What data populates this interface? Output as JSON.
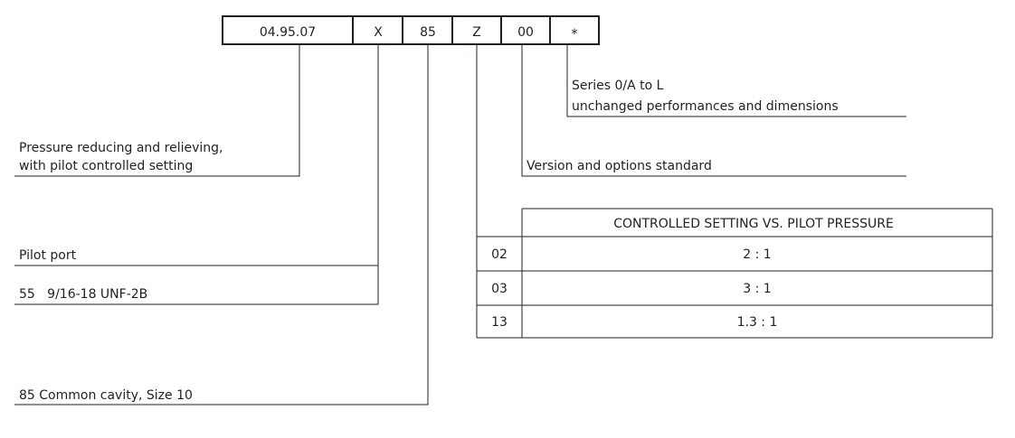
{
  "code": {
    "segments": [
      "04.95.07",
      "X",
      "85",
      "Z",
      "00",
      "*"
    ]
  },
  "labels": {
    "series_line1": "Series 0/A to L",
    "series_line2": "unchanged performances and dimensions",
    "version": "Version and options standard",
    "function_line1": "Pressure reducing and relieving,",
    "function_line2": "with pilot controlled setting",
    "pilot_port_title": "Pilot port",
    "pilot_port_option": "55   9/16-18 UNF-2B",
    "cavity": "85 Common cavity, Size 10"
  },
  "setting_table": {
    "header": "CONTROLLED SETTING VS. PILOT PRESSURE",
    "rows": [
      {
        "code": "02",
        "ratio": "2 : 1"
      },
      {
        "code": "03",
        "ratio": "3 : 1"
      },
      {
        "code": "13",
        "ratio": "1.3 : 1"
      }
    ]
  }
}
